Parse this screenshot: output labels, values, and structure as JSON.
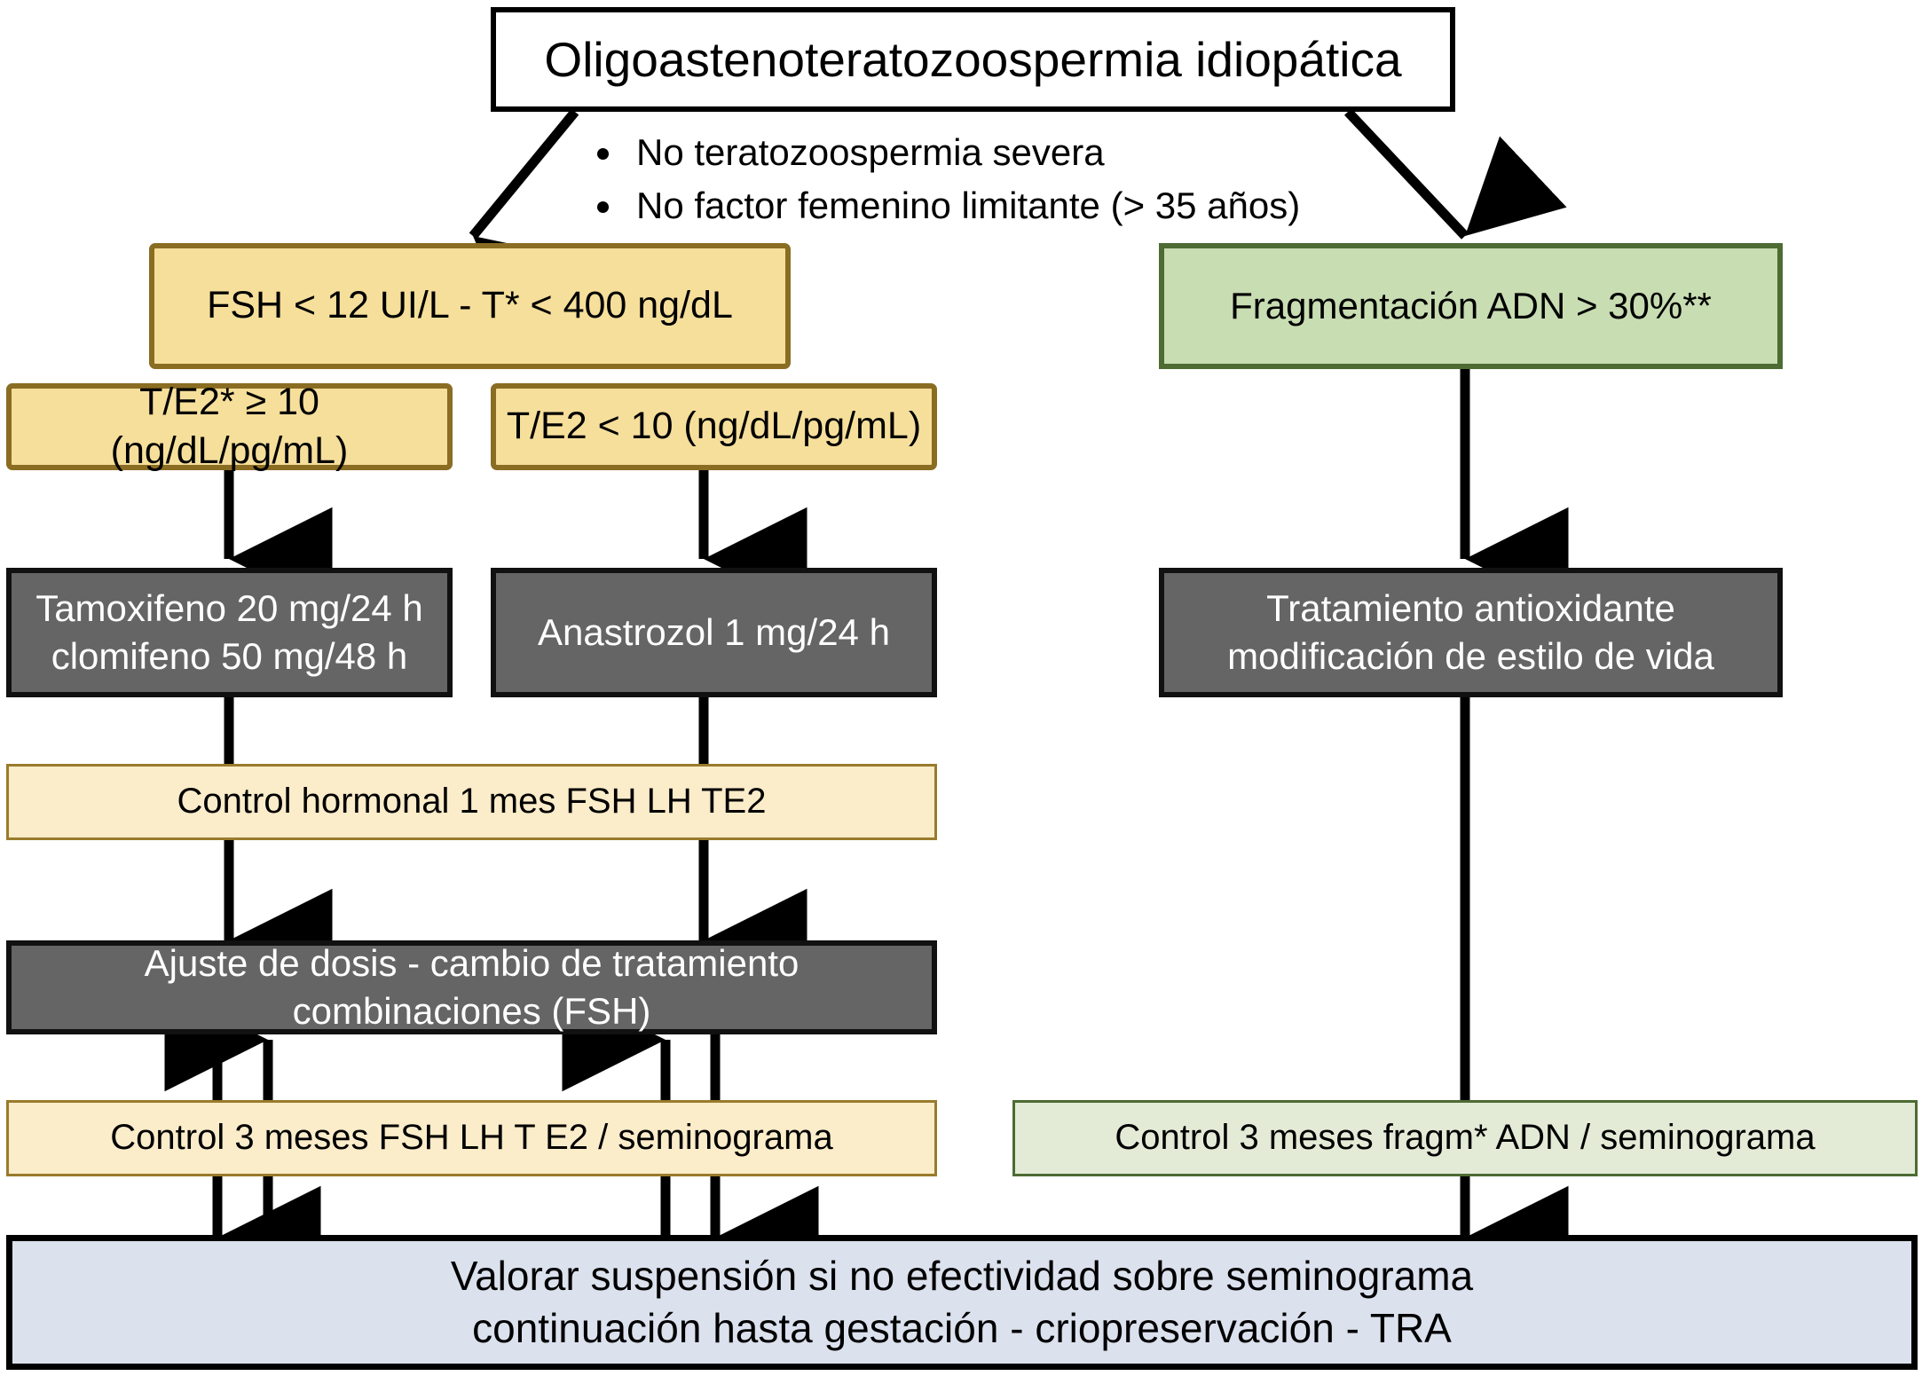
{
  "diagram": {
    "title": "Oligoastenoteratozoospermia idiopática",
    "annotation": {
      "bullet1": "No teratozoospermia severa",
      "bullet2": "No factor femenino limitante (> 35 años)"
    },
    "nodes": {
      "root": "Oligoastenoteratozoospermia idiopática",
      "fsh": "FSH < 12      UI/L - T* < 400 ng/dL",
      "fragmentacion": "Fragmentación ADN > 30%**",
      "te2_high": "T/E2* ≥ 10 (ng/dL/pg/mL)",
      "te2_low": "T/E2 < 10 (ng/dL/pg/mL)",
      "tamoxifeno": "Tamoxifeno 20 mg/24 h\nclomifeno 50 mg/48 h",
      "anastrozol": "Anastrozol 1 mg/24 h",
      "antioxidante": "Tratamiento antioxidante\nmodificación de estilo de vida",
      "control_hormonal": "Control hormonal 1 mes FSH LH TE2",
      "ajuste": "Ajuste de dosis - cambio de tratamiento\ncombinaciones (FSH)",
      "control3_izq": "Control 3 meses FSH LH T E2 / seminograma",
      "control3_der": "Control 3 meses fragm* ADN / seminograma",
      "final": "Valorar suspensión si no efectividad sobre seminograma\ncontinuación hasta gestación - criopreservación - TRA"
    },
    "colors": {
      "yellow_fill": "#f6df9b",
      "yellow_border": "#8a6d22",
      "green_fill": "#c8ddb2",
      "green_border": "#4d6b33",
      "gray_fill": "#656565",
      "gray_text": "#ffffff",
      "cream_fill": "#fbecca",
      "lightgreen_fill": "#e3ebd7",
      "blue_fill": "#dce1ee",
      "edge_stroke": "#000000",
      "page_background": "#ffffff"
    }
  }
}
